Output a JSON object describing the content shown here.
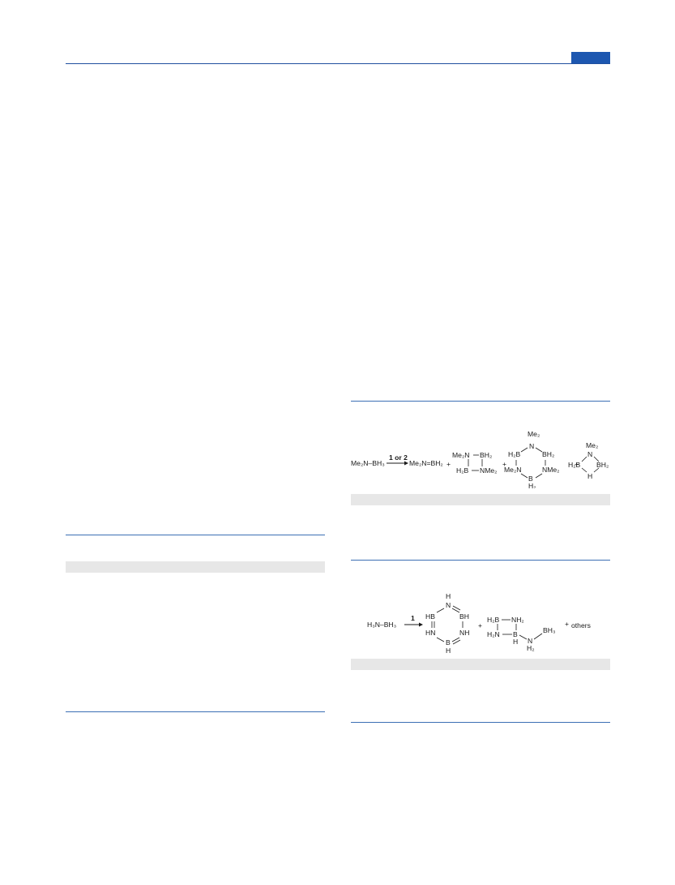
{
  "scheme1": {
    "reactant": "Me₂N–BH₃",
    "arrow_label": "1 or 2",
    "product": "Me₂N=BH₂",
    "plus": "+",
    "dimer": {
      "top_left": "Me₂N",
      "top_right": "BH₂",
      "bottom_left": "H₂B",
      "bottom_right": "NMe₂"
    },
    "trimer": {
      "top": "Me₂",
      "top_n": "N",
      "upper_left": "H₂B",
      "upper_right": "BH₂",
      "lower_left": "Me₂N",
      "lower_right": "NMe₂",
      "bottom_b": "B",
      "bottom_h": "H₂"
    },
    "bridged": {
      "top": "Me₂",
      "n": "N",
      "left": "H₂B",
      "right": "BH₂",
      "h": "H"
    }
  },
  "scheme2": {
    "reactant": "H₃N–BH₃",
    "arrow_label": "1",
    "plus": "+",
    "ring": {
      "top_h": "H",
      "top_n": "N",
      "upper_left": "HB",
      "upper_right": "BH",
      "lower_left": "HN",
      "lower_right": "NH",
      "bottom_b": "B",
      "bottom_h": "H"
    },
    "chain": {
      "h2b": "H₂B",
      "nh2_top": "NH₂",
      "h2n": "H₂N",
      "b": "B",
      "h": "H",
      "n": "N",
      "h2": "H₂",
      "bh3": "BH₃"
    },
    "others": "others"
  }
}
